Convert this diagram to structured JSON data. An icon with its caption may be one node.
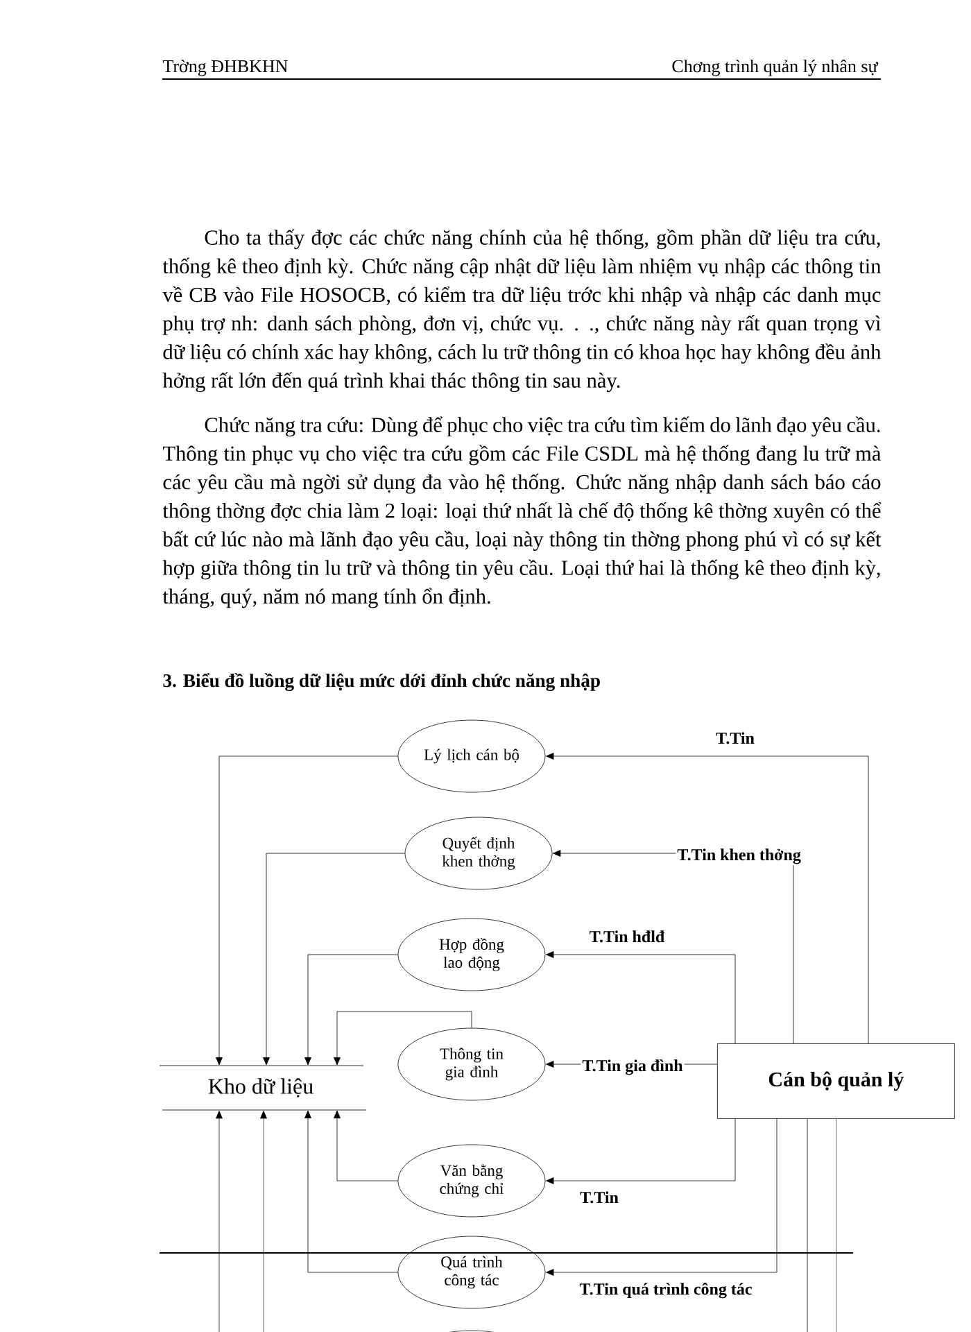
{
  "diagram": {
    "title": "3. Biểu đồ luồng dữ liệu mức dới đỉnh chức năng nhập",
    "nodes": [
      {
        "text": [
          "Lý lịch cán bộ"
        ]
      },
      {
        "text": [
          "Quyết định khen thởng"
        ]
      },
      {
        "text": [
          "Hợp đồng lao động"
        ]
      },
      {
        "text": [
          "Thông tin gia đình"
        ]
      },
      {
        "text": [
          "Kho dữ liệu"
        ]
      },
      {
        "text": [
          "Cán bộ quản lý"
        ]
      },
      {
        "text": [
          "Văn bằng chứng chỉ"
        ]
      },
      {
        "text": [
          "Quá trình công tác"
        ]
      },
      {
        "text": [],
        "shape": "ellipse"
      }
    ],
    "edges": [
      {
        "from": 5,
        "to": 0,
        "arrow": "to",
        "label": "T.Tin"
      },
      {
        "from": 0,
        "to": 4,
        "arrow": "to"
      },
      {
        "from": 5,
        "to": 1,
        "arrow": "to",
        "label": "T.Tin khen thởng"
      },
      {
        "from": 1,
        "to": 4,
        "arrow": "to"
      },
      {
        "from": 5,
        "to": 2,
        "arrow": "to",
        "label": "T.Tin hđlđ"
      },
      {
        "from": 2,
        "to": 4,
        "arrow": "to"
      },
      {
        "from": 3,
        "to": 4,
        "arrow": "to"
      },
      {
        "from": 5,
        "to": 3,
        "arrow": "to",
        "label": "T.Tin gia đình"
      },
      {
        "from": 5,
        "to": 6,
        "arrow": "to",
        "label": "T.Tin"
      },
      {
        "from": 6,
        "to": 4,
        "arrow": "to"
      },
      {
        "from": 5,
        "to": 7,
        "arrow": "to",
        "label": "T.Tin quá trình công tác"
      },
      {
        "from": 7,
        "to": 4,
        "arrow": "to"
      },
      {
        "from": null,
        "to": 4,
        "arrow": "to"
      },
      {
        "from": null,
        "to": 4,
        "arrow": "to"
      },
      {
        "from": 5,
        "to": null,
        "arrow": "none"
      },
      {
        "from": 5,
        "to": null,
        "arrow": "none"
      }
    ],
    "labels": [
      "Trờng ĐHBKHN",
      "Chơng trình quản lý nhân sự",
      "Cho ta thấy đợc các chức năng chính của hệ thống, gồm phần dữ liệu tra cứu, thống kê theo định kỳ. Chức năng cập nhật dữ liệu làm nhiệm vụ nhập các thông tin về CB vào File HOSOCB, có kiểm tra dữ liệu trớc khi nhập và nhập các danh mục phụ trợ nh: danh sách phòng, đơn vị, chức vụ. . ., chức năng này rất quan trọng vì dữ liệu có chính xác hay không, cách lu trữ thông tin có khoa học hay không đều ảnh hởng rất lớn đến quá trình khai thác thông tin sau này.",
      "Chức năng tra cứu: Dùng để phục cho việc tra cứu tìm kiếm do lãnh đạo yêu cầu. Thông tin phục vụ cho việc tra cứu gồm các File CSDL mà hệ thống đang lu trữ mà các yêu cầu mà ngời sử dụng đa vào hệ thống. Chức năng nhập danh sách báo cáo thông thờng đợc chia làm 2 loại: loại thứ nhất là chế độ thống kê thờng xuyên có thể bất cứ lúc nào mà lãnh đạo yêu cầu, loại này thông tin thờng phong phú vì có sự kết hợp giữa thông tin lu trữ và thông tin yêu cầu. Loại thứ hai là thống kê theo định kỳ, tháng, quý, năm nó mang tính ổn định."
    ]
  }
}
